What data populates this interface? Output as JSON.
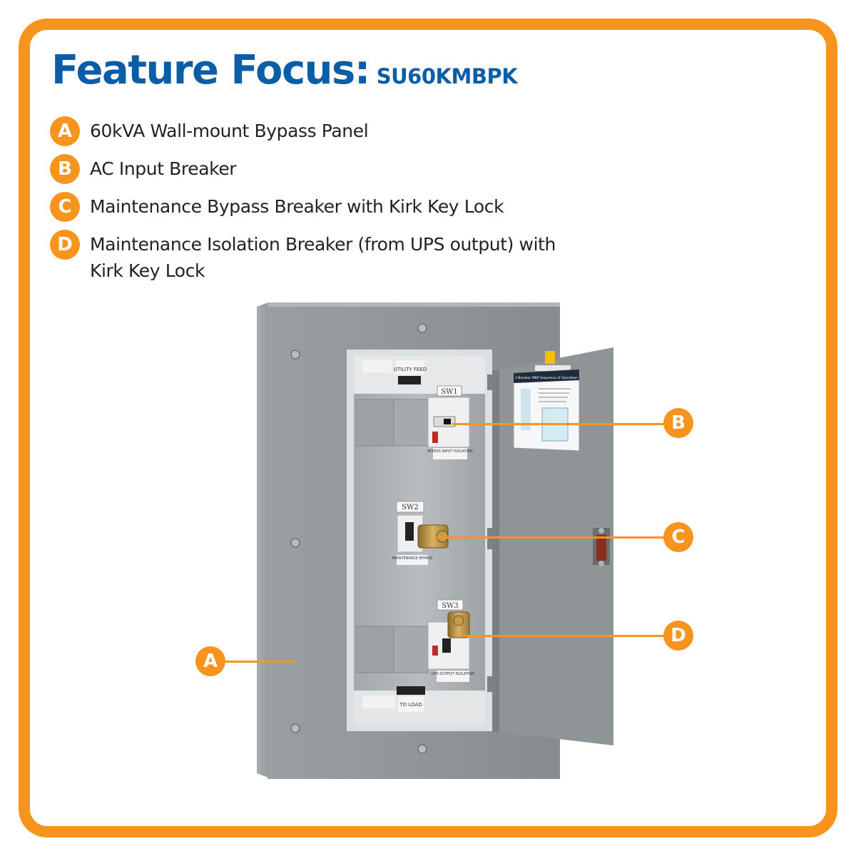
{
  "header": {
    "title": "Feature Focus:",
    "model": "SU60KMBPK"
  },
  "features": [
    {
      "letter": "A",
      "text": "60kVA Wall-mount Bypass Panel"
    },
    {
      "letter": "B",
      "text": "AC Input Breaker"
    },
    {
      "letter": "C",
      "text": "Maintenance Bypass Breaker with Kirk Key Lock"
    },
    {
      "letter": "D",
      "text": "Maintenance Isolation Breaker (from UPS output) with Kirk Key Lock"
    }
  ],
  "panel": {
    "sw1": "SW1",
    "sw2": "SW2",
    "sw3": "SW3",
    "utility_feed": "UTILITY FEED",
    "bypass_input_isolation": "BYPASS INPUT ISOLATION",
    "maintenance_bypass": "MAINTENANCE BYPASS",
    "ups_output_isolation": "UPS OUTPUT ISOLATION",
    "to_load": "TO LOAD",
    "door_sheet_title": "3-Breaker MBP Sequence of Operation"
  },
  "callouts": {
    "a": "A",
    "b": "B",
    "c": "C",
    "d": "D"
  },
  "colors": {
    "accent": "#f7941d",
    "title_blue": "#0a5ea8",
    "panel_gray": "#8e9396"
  }
}
